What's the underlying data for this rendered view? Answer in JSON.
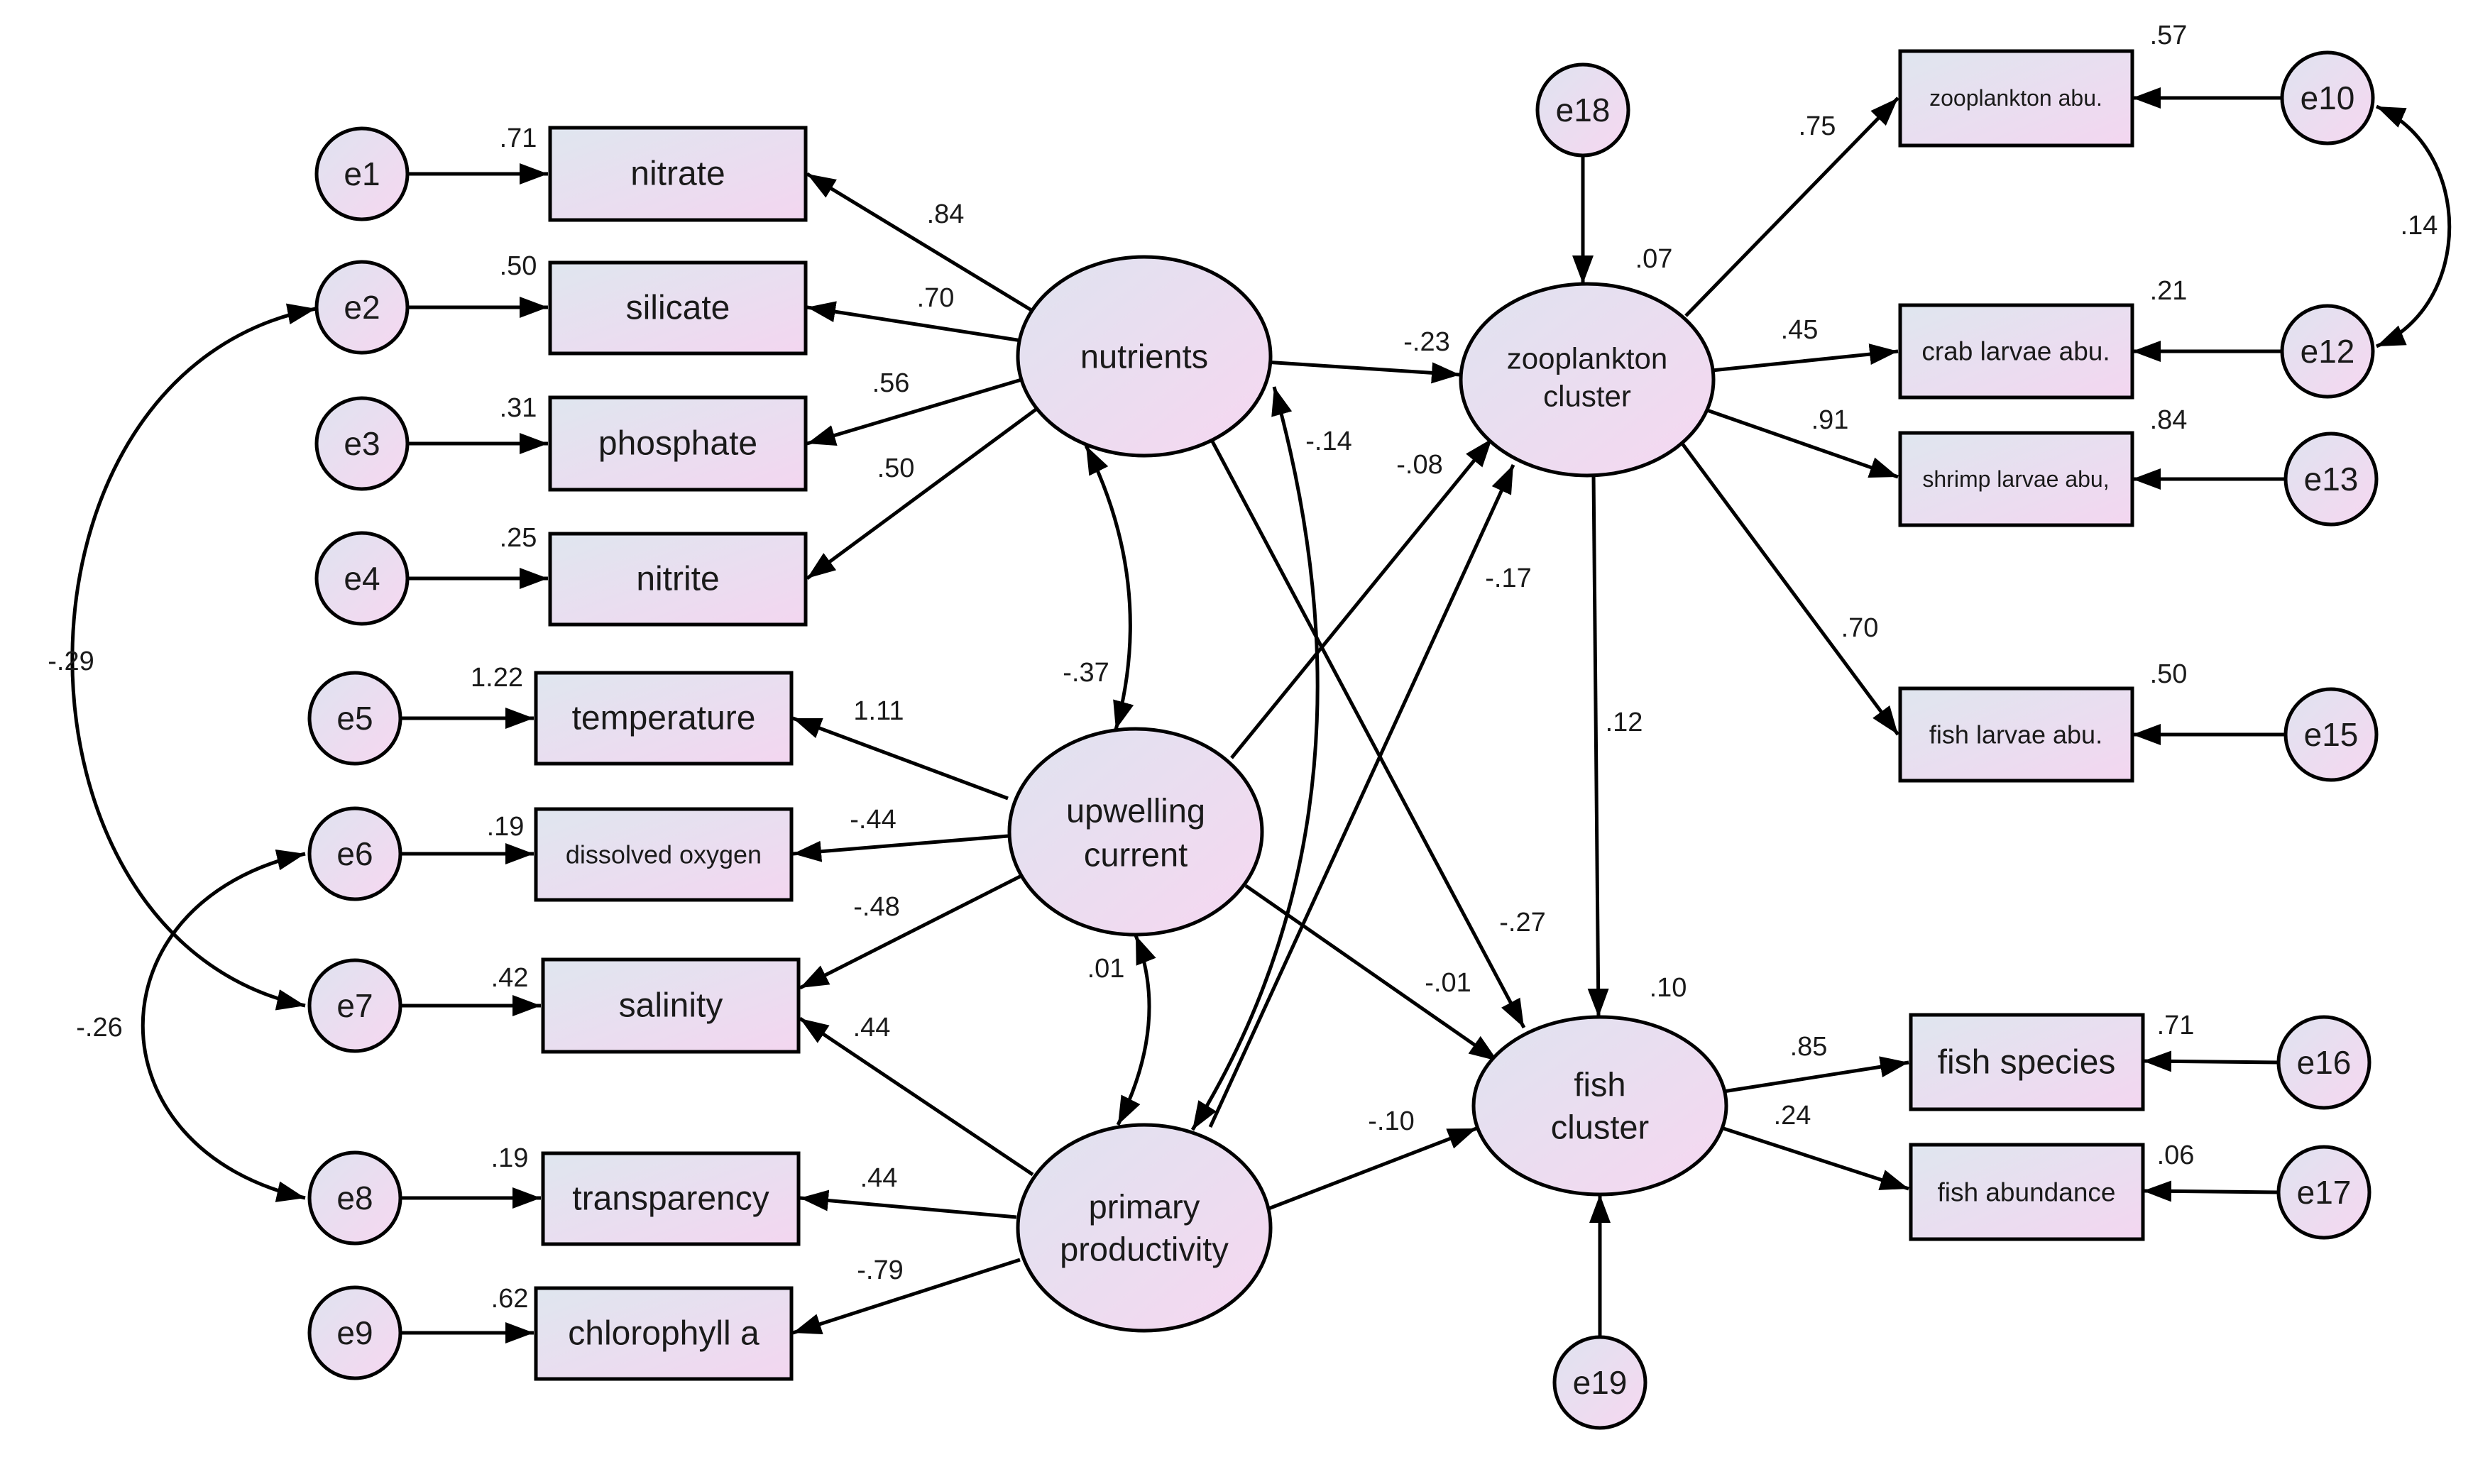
{
  "errors": {
    "e1": "e1",
    "e2": "e2",
    "e3": "e3",
    "e4": "e4",
    "e5": "e5",
    "e6": "e6",
    "e7": "e7",
    "e8": "e8",
    "e9": "e9",
    "e10": "e10",
    "e12": "e12",
    "e13": "e13",
    "e15": "e15",
    "e16": "e16",
    "e17": "e17",
    "e18": "e18",
    "e19": "e19"
  },
  "indicators": {
    "nitrate": "nitrate",
    "silicate": "silicate",
    "phosphate": "phosphate",
    "nitrite": "nitrite",
    "temperature": "temperature",
    "dissolved_oxygen": "dissolved oxygen",
    "salinity": "salinity",
    "transparency": "transparency",
    "chlorophyll_a": "chlorophyll a",
    "zooplankton_abu": "zooplankton abu.",
    "crab_larvae_abu": "crab larvae abu.",
    "shrimp_larvae_abu": "shrimp larvae abu,",
    "fish_larvae_abu": "fish larvae abu.",
    "fish_species": "fish species",
    "fish_abundance": "fish abundance"
  },
  "latents": {
    "nutrients": [
      "nutrients"
    ],
    "upwelling": [
      "upwelling",
      "current"
    ],
    "primary": [
      "primary",
      "productivity"
    ],
    "zooplankton": [
      "zooplankton",
      "cluster"
    ],
    "fish": [
      "fish",
      "cluster"
    ]
  },
  "r2": {
    "nitrate": ".71",
    "silicate": ".50",
    "phosphate": ".31",
    "nitrite": ".25",
    "temperature": "1.22",
    "dissolved_oxygen": ".19",
    "salinity": ".42",
    "transparency": ".19",
    "chlorophyll_a": ".62",
    "zooplankton_abu": ".57",
    "crab_larvae_abu": ".21",
    "shrimp_larvae_abu": ".84",
    "fish_larvae_abu": ".50",
    "fish_species": ".71",
    "fish_abundance": ".06",
    "zooplankton_cluster": ".07",
    "fish_cluster": ".10"
  },
  "loadings": {
    "nut_nitrate": ".84",
    "nut_silicate": ".70",
    "nut_phosphate": ".56",
    "nut_nitrite": ".50",
    "up_temperature": "1.11",
    "up_dissolved_oxygen": "-.44",
    "up_salinity": "-.48",
    "pp_salinity": ".44",
    "pp_transparency": ".44",
    "pp_chlorophyll_a": "-.79",
    "zc_zooplankton_abu": ".75",
    "zc_crab_larvae_abu": ".45",
    "zc_shrimp_larvae_abu": ".91",
    "zc_fish_larvae_abu": ".70",
    "fc_fish_species": ".85",
    "fc_fish_abundance": ".24"
  },
  "paths": {
    "nut_zc": "-.23",
    "nut_fc": "-.27",
    "up_zc": "-.08",
    "pp_zc": "-.17",
    "up_fc": "-.01",
    "pp_fc": "-.10",
    "zc_fc": ".12"
  },
  "covariances": {
    "nut_up": "-.37",
    "up_pp": ".01",
    "nut_pp": "-.14",
    "e2_e7": "-.29",
    "e6_e8": "-.26",
    "e10_e12": ".14"
  }
}
